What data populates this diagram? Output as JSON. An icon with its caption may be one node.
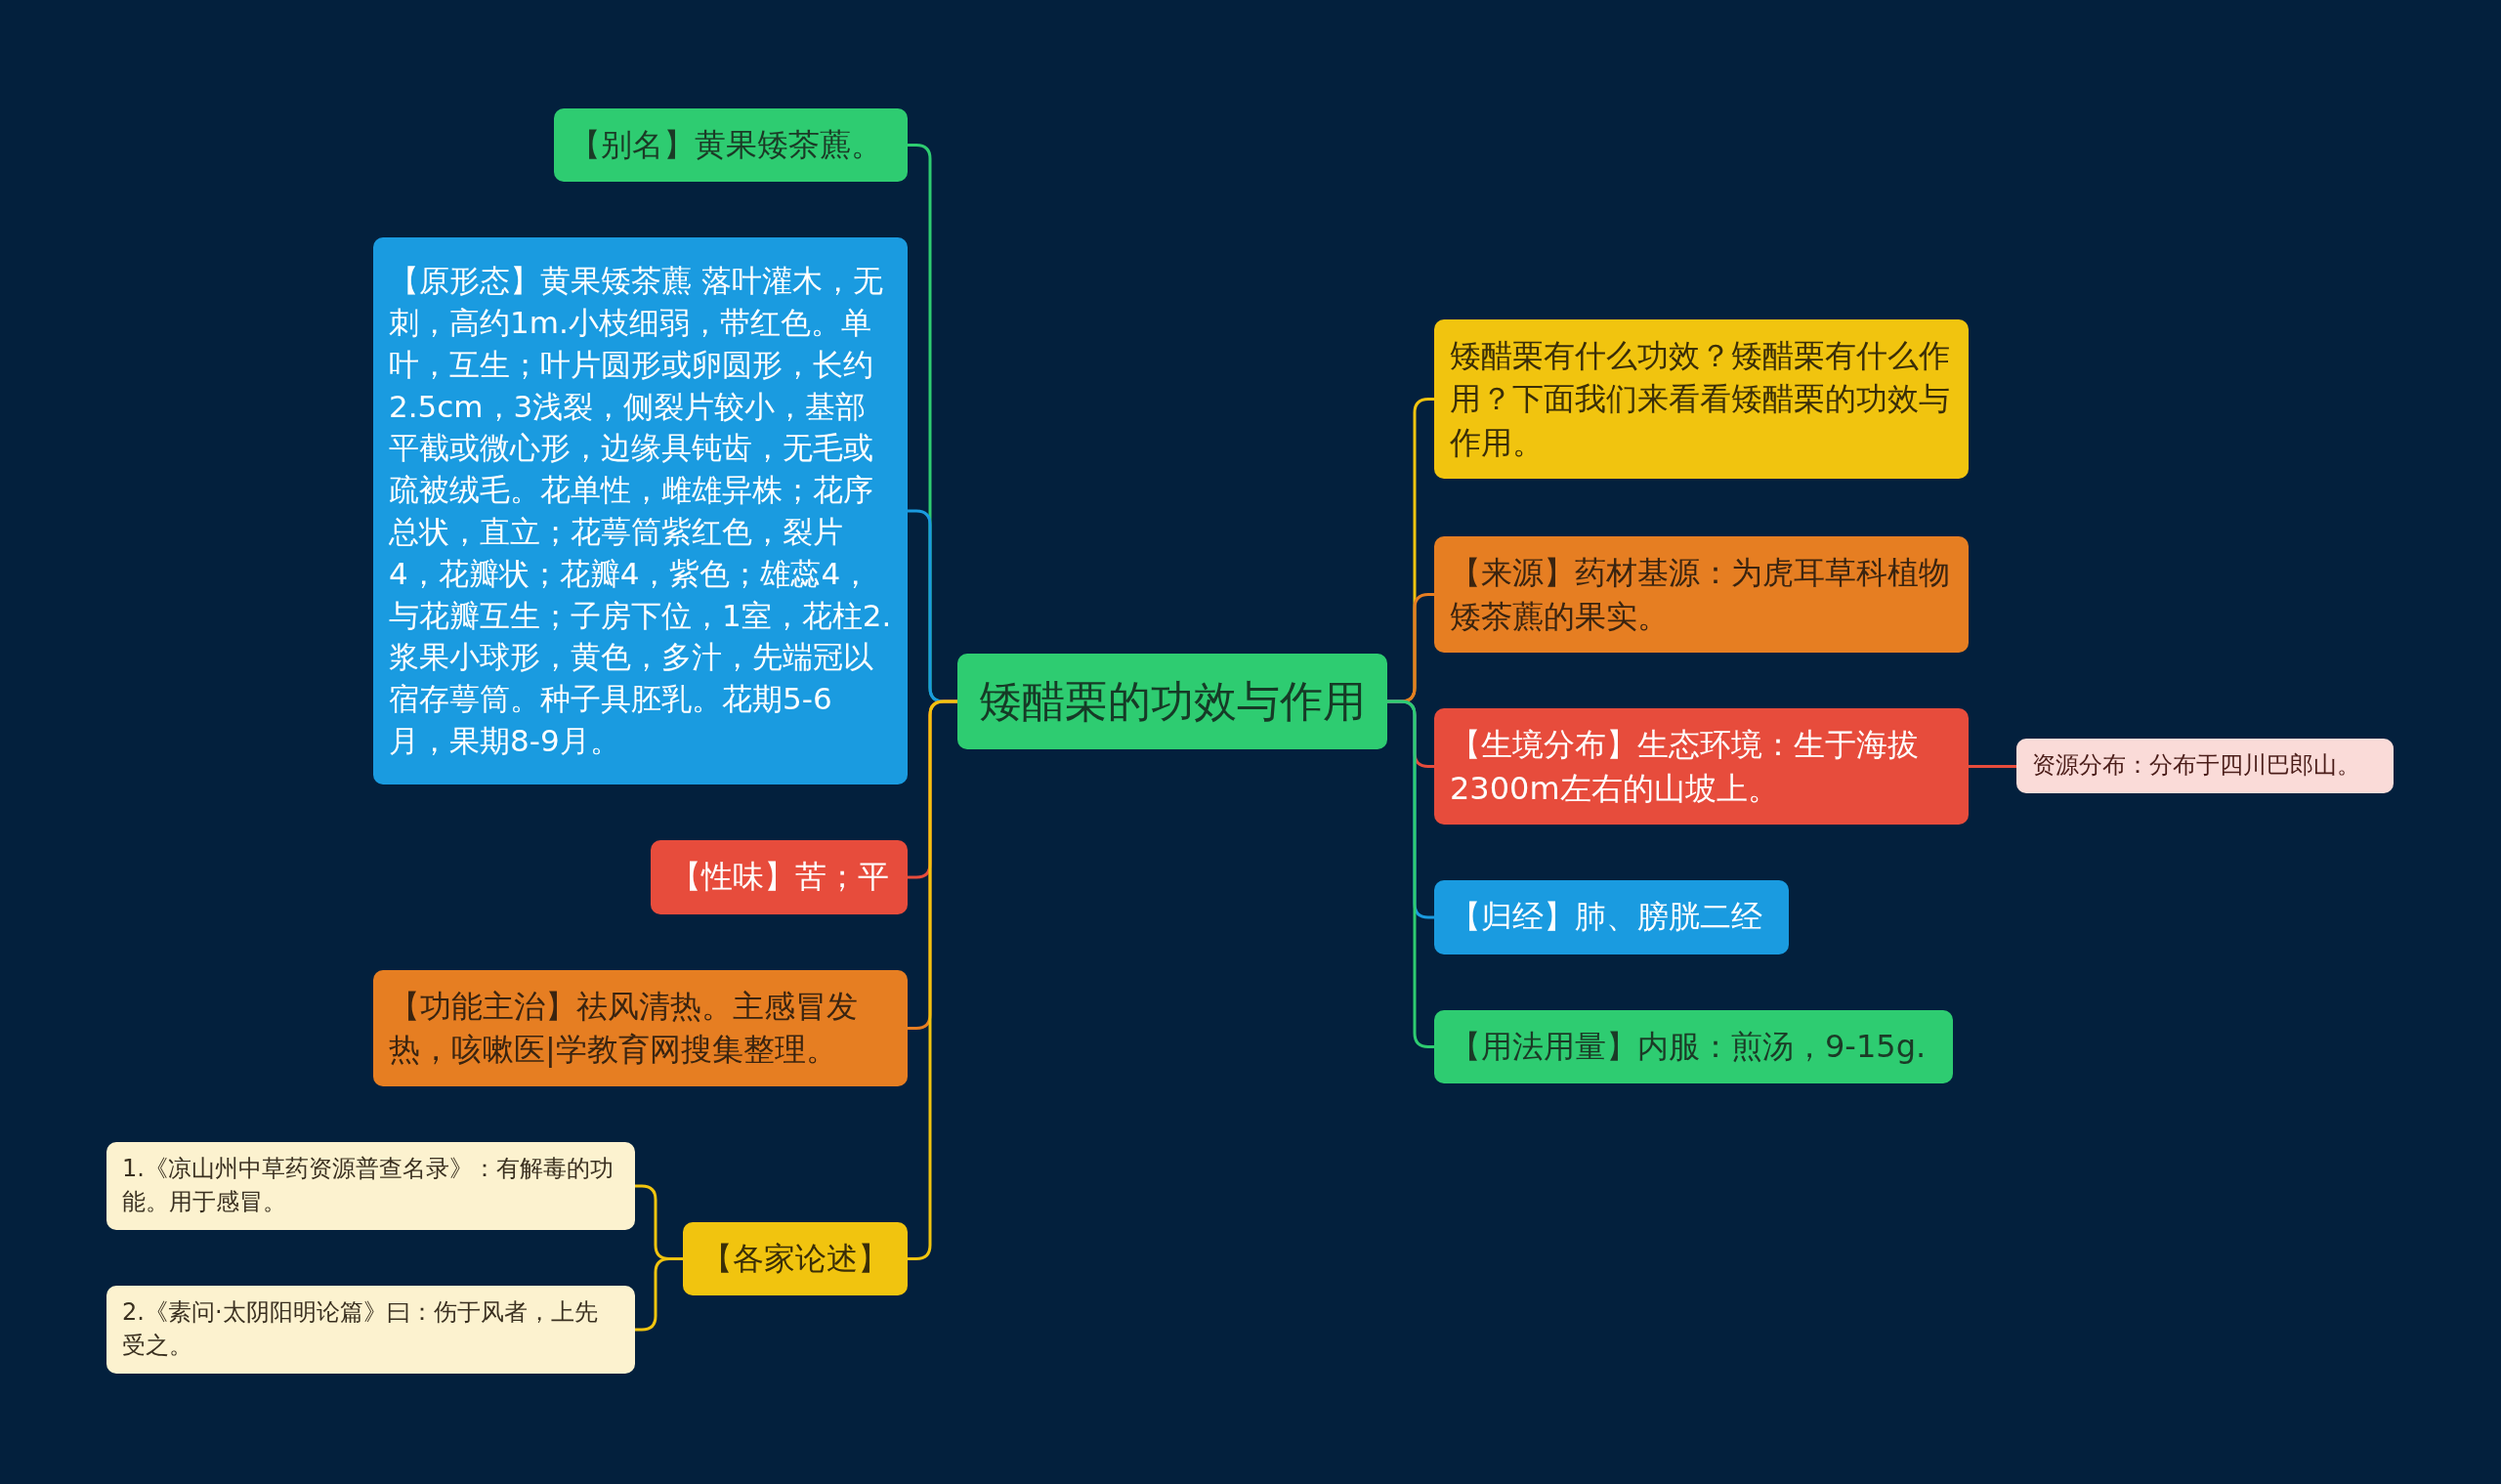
{
  "diagram": {
    "nodes": [
      {
        "text": [
          "矮醋栗的功效与作用"
        ]
      },
      {
        "text": [
          "【别名】黄果矮茶藨。"
        ]
      },
      {
        "text": [
          "【原形态】黄果矮茶藨 落叶灌木，无刺，高约1m.小枝细弱，带红色。单叶，互生；叶片圆形或卵圆形，长约2.5cm，3浅裂，侧裂片较小，基部平截或微心形，边缘具钝齿，无毛或疏被绒毛。花单性，雌雄异株；花序总状，直立；花萼筒紫红色，裂片4，花瓣状；花瓣4，紫色；雄蕊4，与花瓣互生；子房下位，1室，花柱2.浆果小球形，黄色，多汁，先端冠以宿存萼筒。种子具胚乳。花期5-6月，果期8-9月。"
        ]
      },
      {
        "text": [
          "【性味】苦；平"
        ]
      },
      {
        "text": [
          "【功能主治】祛风清热。主感冒发热，咳嗽医|学教育网搜集整理。"
        ]
      },
      {
        "text": [
          "【各家论述】"
        ]
      },
      {
        "text": [
          "1.《凉山州中草药资源普查名录》：有解毒的功能。用于感冒。"
        ]
      },
      {
        "text": [
          "2.《素问·太阴阳明论篇》曰：伤于风者，上先受之。"
        ]
      },
      {
        "text": [
          "矮醋栗有什么功效？矮醋栗有什么作用？下面我们来看看矮醋栗的功效与作用。"
        ]
      },
      {
        "text": [
          "【来源】药材基源：为虎耳草科植物矮茶藨的果实。"
        ]
      },
      {
        "text": [
          "【生境分布】生态环境：生于海拔2300m左右的山坡上。"
        ]
      },
      {
        "text": [
          "资源分布：分布于四川巴郎山。"
        ]
      },
      {
        "text": [
          "【归经】肺、膀胱二经"
        ]
      },
      {
        "text": [
          "【用法用量】内服：煎汤，9-15g."
        ]
      }
    ],
    "edges": [
      {
        "from": 0,
        "to": 1,
        "arrow": "none",
        "color": "#2ecc71"
      },
      {
        "from": 0,
        "to": 2,
        "arrow": "none",
        "color": "#1a9be0"
      },
      {
        "from": 0,
        "to": 3,
        "arrow": "none",
        "color": "#e74c3c"
      },
      {
        "from": 0,
        "to": 4,
        "arrow": "none",
        "color": "#e67e22"
      },
      {
        "from": 0,
        "to": 5,
        "arrow": "none",
        "color": "#f1c40f"
      },
      {
        "from": 5,
        "to": 6,
        "arrow": "none",
        "color": "#f1c40f"
      },
      {
        "from": 5,
        "to": 7,
        "arrow": "none",
        "color": "#f1c40f"
      },
      {
        "from": 0,
        "to": 8,
        "arrow": "none",
        "color": "#f1c40f"
      },
      {
        "from": 0,
        "to": 9,
        "arrow": "none",
        "color": "#e67e22"
      },
      {
        "from": 0,
        "to": 10,
        "arrow": "none",
        "color": "#e74c3c"
      },
      {
        "from": 0,
        "to": 12,
        "arrow": "none",
        "color": "#1a9be0"
      },
      {
        "from": 0,
        "to": 13,
        "arrow": "none",
        "color": "#2ecc71"
      },
      {
        "from": 10,
        "to": 11,
        "arrow": "none",
        "color": "#e74c3c"
      }
    ]
  }
}
